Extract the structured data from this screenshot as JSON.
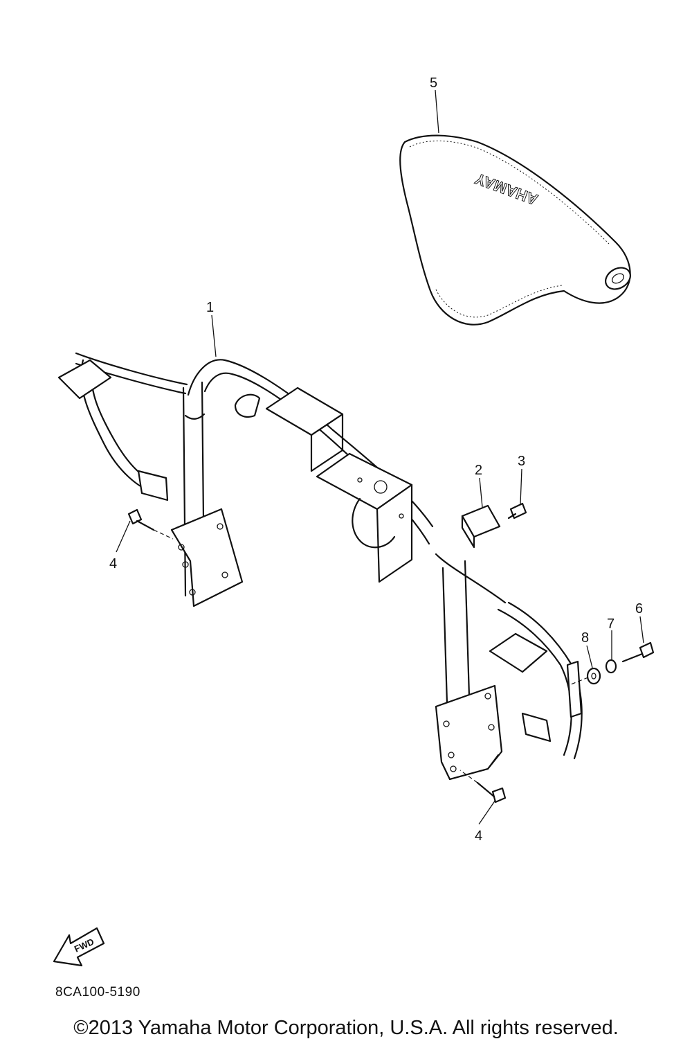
{
  "callouts": {
    "c1": "1",
    "c2": "2",
    "c3": "3",
    "c4a": "4",
    "c4b": "4",
    "c5": "5",
    "c6": "6",
    "c7": "7",
    "c8": "8"
  },
  "pad_brand": "YAMAHA",
  "fwd_label": "FWD",
  "part_number": "8CA100-5190",
  "copyright": "©2013 Yamaha Motor Corporation, U.S.A. All rights reserved."
}
